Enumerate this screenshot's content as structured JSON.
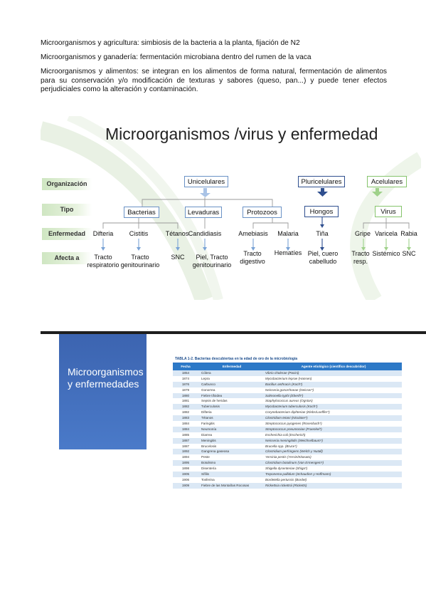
{
  "paragraphs": [
    "Microorganismos y agricultura: simbiosis de la bacteria a la planta, fijación de N2",
    "Microorganismos y ganadería: fermentación microbiana dentro del rumen de la vaca",
    "Microorganismos y alimentos: se integran en los alimentos de forma natural, fermentación de alimentos para su conservación y/o modificación de texturas y sabores (queso, pan...) y puede tener efectos perjudiciales como la alteración y contaminación."
  ],
  "slide1": {
    "title": "Microorganismos /virus y enfermedad",
    "row_labels": [
      "Organización",
      "Tipo",
      "Enfermedad",
      "Afecta a"
    ],
    "organization": [
      "Unicelulares",
      "Pluricelulares",
      "Acelulares"
    ],
    "types": [
      "Bacterias",
      "Levaduras",
      "Protozoos",
      "Hongos",
      "Virus"
    ],
    "diseases": [
      "Difteria",
      "Cistitis",
      "Tétanos",
      "Candidiasis",
      "Amebiasis",
      "Malaria",
      "Tiña",
      "Gripe",
      "Varicela",
      "Rabia"
    ],
    "affects": [
      "Tracto respiratorio",
      "Tracto genitourinario",
      "SNC",
      "Piel, Tracto genitourinario",
      "Tracto digestivo",
      "Hematíes",
      "Piel, cuero cabelludo",
      "Tracto resp.",
      "Sistémico",
      "SNC"
    ]
  },
  "slide2": {
    "panel_title": "Microorganismos y enfermedades",
    "table": {
      "title": "TABLA 1-2. Bacterias descubiertas en la edad de oro de la microbiología",
      "headers": [
        "Fecha",
        "Enfermedad",
        "Agente etiológico (científico descubridor)"
      ],
      "rows": [
        [
          "1854",
          "Cólera",
          "Vibrio cholerae (Pacini)"
        ],
        [
          "1874",
          "Lepra",
          "Mycobacterium leprae (Hansen)"
        ],
        [
          "1876",
          "Carbunco",
          "Bacillus anthracis (Koch*)"
        ],
        [
          "1879",
          "Gonorrea",
          "Neisseria gonorrhoeae (Neisser*)"
        ],
        [
          "1880",
          "Fiebre tifoidea",
          "Salmonella typhi (Eberth*)"
        ],
        [
          "1881",
          "Sepsis de heridas",
          "Staphylococcus aureus (Ogston)"
        ],
        [
          "1882",
          "Tuberculosis",
          "Mycobacterium tuberculosis (Koch*)"
        ],
        [
          "1882",
          "Difteria",
          "Corynebacterium diphteriae (Klebs/Loeffler*)"
        ],
        [
          "1883",
          "Tétanos",
          "Clostridium tetani (Nicolaier*)"
        ],
        [
          "1884",
          "Faringitis",
          "Streptococcus pyogenes (Rosenbach*)"
        ],
        [
          "1884",
          "Neumonía",
          "Streptococcus pneumoniae (Fraenkel*)"
        ],
        [
          "1885",
          "Diarrea",
          "Escherichia coli (Escherich)"
        ],
        [
          "1887",
          "Meningitis",
          "Neisseria meningitidis (Weichselbaum*)"
        ],
        [
          "1887",
          "Brucelosis",
          "Brucella spp. (Bruce*)"
        ],
        [
          "1892",
          "Gangrena gaseosa",
          "Clostridium perfringens (Welch y Nutall)"
        ],
        [
          "1894",
          "Peste",
          "Yersinia pestis (Yersin/Kitasato)"
        ],
        [
          "1895",
          "Botulismo",
          "Clostridium botulinum (Van Ermengem*)"
        ],
        [
          "1898",
          "Disentería",
          "Shigella dysenteriae (Shiga*)"
        ],
        [
          "1905",
          "Sífilis",
          "Treponema pallidum (Schaudinn y Hoffmann)"
        ],
        [
          "1906",
          "Tosferina",
          "Bordetella pertussis (Bordet)"
        ],
        [
          "1909",
          "Fiebre de las Montañas Rocosas",
          "Rickettsia rickettsii (Ricketts)"
        ]
      ]
    }
  }
}
